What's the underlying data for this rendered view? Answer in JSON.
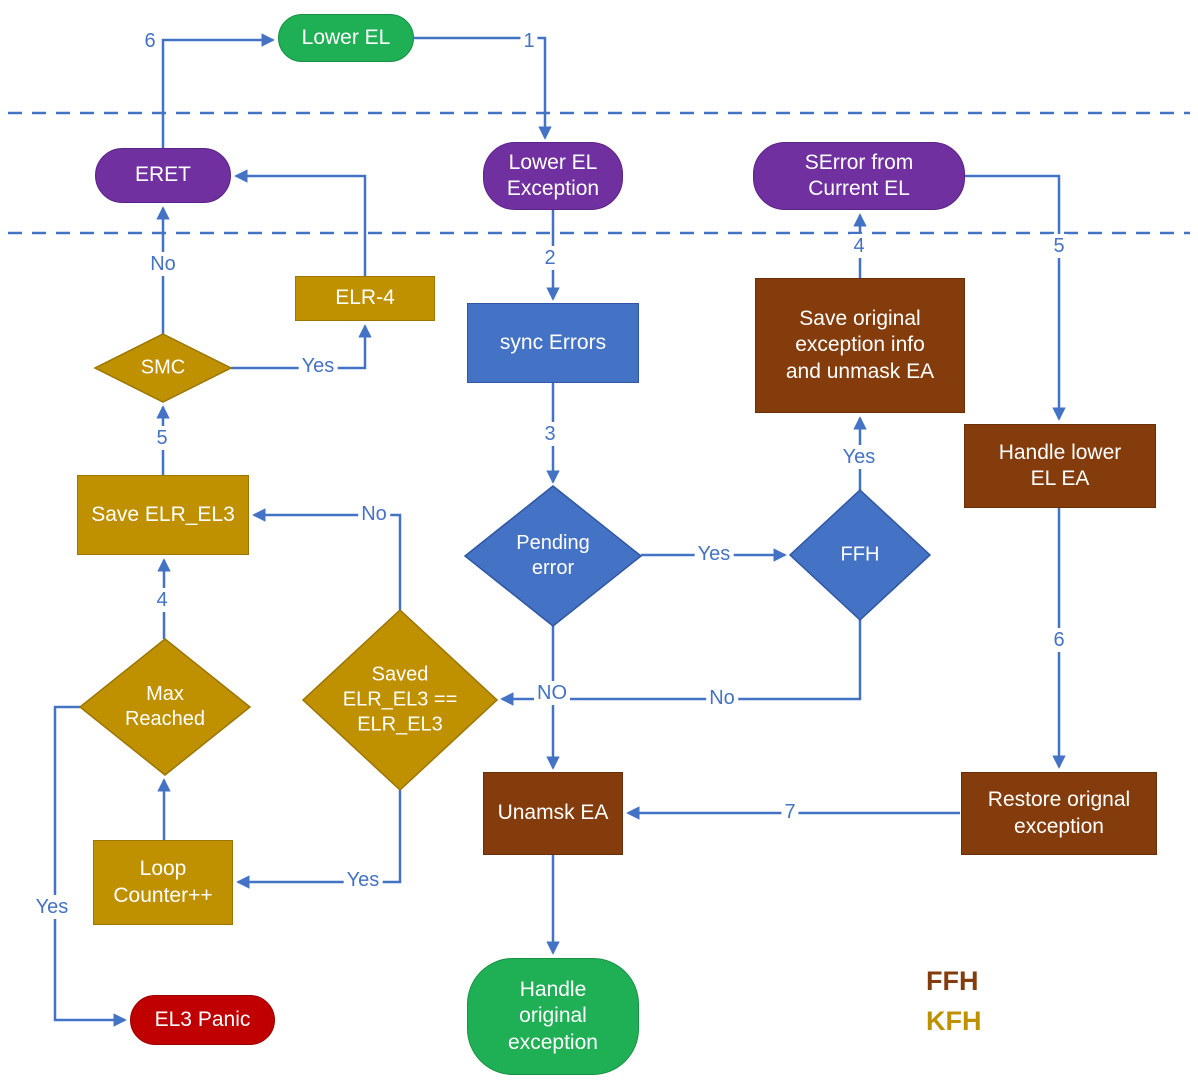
{
  "nodes": {
    "lower_el": "Lower EL",
    "eret": "ERET",
    "lower_el_exception": "Lower EL Exception",
    "serror_current": "SError from Current EL",
    "elr4": "ELR-4",
    "sync_errors": "sync Errors",
    "save_original": "Save original exception info and unmask EA",
    "handle_lower": "Handle lower EL EA",
    "smc": "SMC",
    "save_elr": "Save ELR_EL3",
    "pending_error": "Pending error",
    "ffh": "FFH",
    "max_reached": "Max Reached",
    "saved_elr": "Saved ELR_EL3 == ELR_EL3",
    "unamsk": "Unamsk EA",
    "restore": "Restore orignal exception",
    "loop_counter": "Loop Counter++",
    "el3_panic": "EL3 Panic",
    "handle_original": "Handle original exception"
  },
  "edge_labels": {
    "eret_to_lower_el": "6",
    "lower_el_to_exception": "1",
    "exception_to_sync": "2",
    "sync_to_pending": "3",
    "pending_to_ffh": "Yes",
    "pending_to_unamsk": "NO",
    "ffh_to_saved": "No",
    "ffh_to_save_original": "Yes",
    "save_original_to_serror": "4",
    "serror_to_handle_lower": "5",
    "handle_lower_to_restore": "6",
    "restore_to_unamsk": "7",
    "saved_to_save_elr": "No",
    "saved_to_loop_counter": "Yes",
    "save_elr_to_smc": "5",
    "smc_to_eret": "No",
    "smc_to_elr4": "Yes",
    "max_to_save_elr": "4",
    "max_to_el3_panic": "Yes"
  },
  "legend": {
    "ffh": "FFH",
    "kfh": "KFH"
  },
  "colors": {
    "green": "#1FAF54",
    "purple": "#7030A0",
    "blue": "#4472C4",
    "brown": "#843C0C",
    "gold": "#BF9000",
    "red": "#C00000",
    "connector": "#4472C4"
  }
}
